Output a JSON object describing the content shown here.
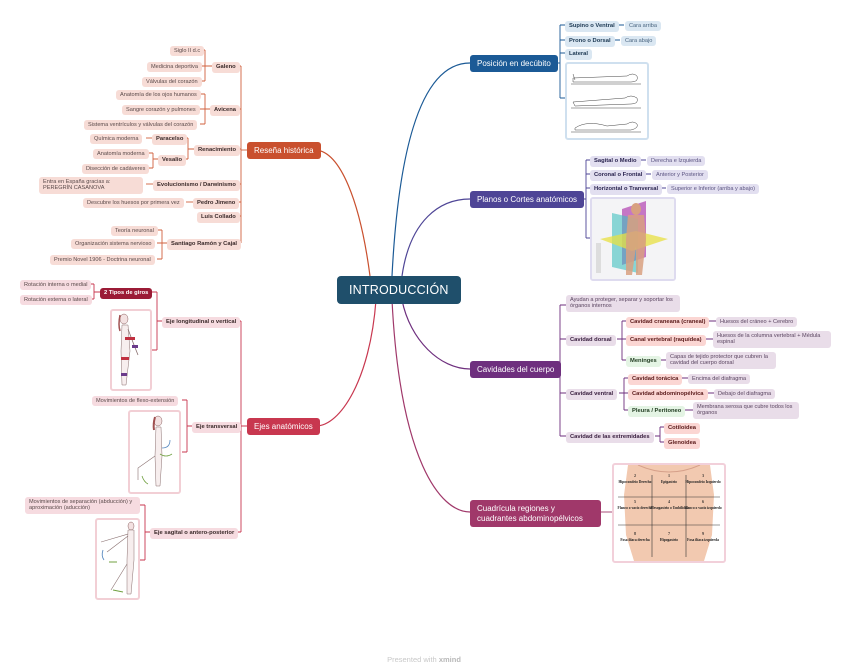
{
  "central": {
    "label": "INTRODUCCIÓN",
    "color": "#1f4f6b"
  },
  "branches": {
    "historia": {
      "label": "Reseña histórica",
      "color": "#c9502e",
      "galeno": {
        "label": "Galeno",
        "items": [
          "Siglo II d.c",
          "Medicina deportiva",
          "Válvulas del corazón"
        ]
      },
      "avicena": {
        "label": "Avicena",
        "items": [
          "Anatomía de los ojos humanos",
          "Sangre corazón y pulmones",
          "Sistema ventrículos y válvulas del corazón"
        ]
      },
      "renacimiento": {
        "label": "Renacimiento",
        "paracelso": {
          "label": "Paracelso",
          "items": [
            "Química moderna"
          ]
        },
        "vesalio": {
          "label": "Vesalio",
          "items": [
            "Anatomía moderna",
            "Disección de cadáveres"
          ]
        }
      },
      "evolucionismo": {
        "label": "Evolucionismo / Darwinismo",
        "items": [
          "Entra en España gracias a: PEREGRÍN CASANOVA"
        ]
      },
      "jimeno": {
        "label": "Pedro Jimeno",
        "items": [
          "Descubre los huesos por primera vez"
        ]
      },
      "collado": {
        "label": "Luis Collado"
      },
      "cajal": {
        "label": "Santiago Ramón y Cajal",
        "items": [
          "Teoría neuronal",
          "Organización sistema nervioso",
          "Premio Novel 1906 - Doctrina neuronal"
        ]
      }
    },
    "ejes": {
      "label": "Ejes anatómicos",
      "color": "#c8374f",
      "longitudinal": {
        "label": "Eje longitudinal o vertical",
        "giros": {
          "label": "2 Tipos de giros",
          "color": "#9b1b36",
          "items": [
            "Rotación interna o medial",
            "Rotación externa o lateral"
          ]
        },
        "image": "rotation-figure"
      },
      "transversal": {
        "label": "Eje transversal",
        "items": [
          "Movimientos de flexo-extensión"
        ],
        "image": "flexion-figure"
      },
      "sagital": {
        "label": "Eje sagital o antero-posterior",
        "items": [
          "Movimientos de separación (abducción) y aproximación (aducción)"
        ],
        "image": "abduction-figure"
      }
    },
    "posicion": {
      "label": "Posición en decúbito",
      "color": "#1b5a96",
      "supino": {
        "label": "Supino o Ventral",
        "items": [
          "Cara arriba"
        ]
      },
      "prono": {
        "label": "Prono o Dorsal",
        "items": [
          "Cara abajo"
        ]
      },
      "lateral": {
        "label": "Lateral"
      },
      "image": "decubitus-figure"
    },
    "planos": {
      "label": "Planos o Cortes anatómicos",
      "color": "#4e4596",
      "sagital": {
        "label": "Sagital o Medio",
        "items": [
          "Derecha e Izquierda"
        ]
      },
      "coronal": {
        "label": "Coronal o Frontal",
        "items": [
          "Anterior y Posterior"
        ]
      },
      "horizontal": {
        "label": "Horizontal o Tranversal",
        "items": [
          "Superior e Inferior (arriba y abajo)"
        ]
      },
      "image": "planes-figure"
    },
    "cavidades": {
      "label": "Cavidades del cuerpo",
      "color": "#6e2f7e",
      "intro": "Ayudan a proteger, separar y soportar los órganos internos",
      "dorsal": {
        "label": "Cavidad dorsal",
        "craneana": {
          "label": "Cavidad craneana (craneal)",
          "items": [
            "Huesos del cráneo + Cerebro"
          ]
        },
        "vertebral": {
          "label": "Canal vertebral (raquídea)",
          "items": [
            "Huesos de la columna vertebral + Médula espinal"
          ]
        },
        "meninges": {
          "label": "Meninges",
          "items": [
            "Capas de tejido protector que cubren la cavidad del cuerpo dorsal"
          ]
        }
      },
      "ventral": {
        "label": "Cavidad ventral",
        "toracica": {
          "label": "Cavidad torácica",
          "items": [
            "Encima del diafragma"
          ]
        },
        "abdominopelvica": {
          "label": "Cavidad abdominopélvica",
          "items": [
            "Debajo del diafragma"
          ]
        },
        "pleura": {
          "label": "Pleura / Peritoneo",
          "items": [
            "Membrana serosa que cubre todos los órganos"
          ]
        }
      },
      "extremidades": {
        "label": "Cavidad de las extremidades",
        "items": [
          "Cotiloidea",
          "Glenoidea"
        ]
      }
    },
    "cuadricula": {
      "label": "Cuadrícula regiones y cuadrantes abdominopélvicos",
      "color": "#a0386a",
      "image": "abdomen-grid-figure",
      "regions": [
        "Hipocondrio Derecho",
        "Epigastrio",
        "Hipocondrio Izquierdo",
        "Flanco o vacío derecho",
        "Mesogastrio o Umbilical",
        "Flanco o vacío izquierdo",
        "Fosa ilíaca derecha",
        "Hipogastrio",
        "Fosa ilíaca izquierda"
      ],
      "region_numbers": [
        "2",
        "1",
        "3",
        "5",
        "4",
        "6",
        "8",
        "7",
        "9"
      ]
    }
  },
  "footer": {
    "prefix": "Presented with",
    "brand": "xmind"
  }
}
